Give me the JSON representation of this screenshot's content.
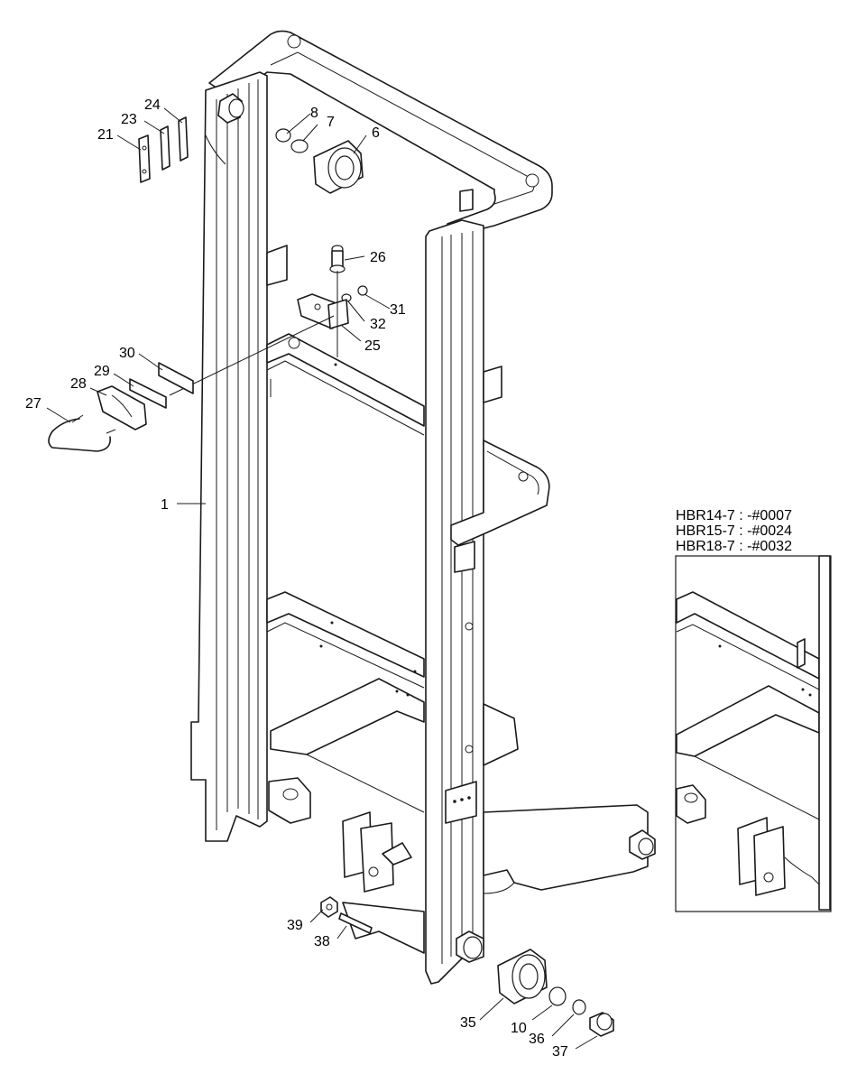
{
  "callouts": {
    "c1": "1",
    "c6": "6",
    "c7": "7",
    "c8": "8",
    "c10": "10",
    "c21": "21",
    "c23": "23",
    "c24": "24",
    "c25": "25",
    "c26": "26",
    "c27": "27",
    "c28": "28",
    "c29": "29",
    "c30": "30",
    "c31": "31",
    "c32": "32",
    "c35": "35",
    "c36": "36",
    "c37": "37",
    "c38": "38",
    "c39": "39"
  },
  "variant_box": {
    "lines": [
      "HBR14-7 : -#0007",
      "HBR15-7 : -#0024",
      "HBR18-7 : -#0032"
    ]
  },
  "colors": {
    "line": "#1a1a1a",
    "background": "#ffffff"
  }
}
